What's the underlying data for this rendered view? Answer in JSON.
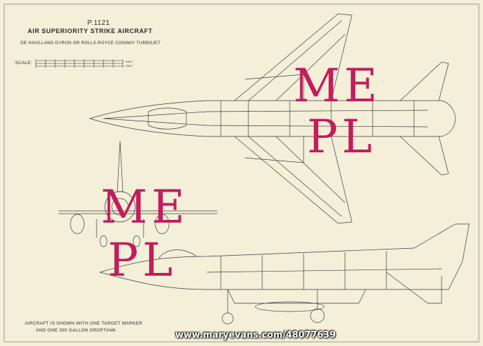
{
  "drawing": {
    "code": "P.1121",
    "name": "AIR SUPERIORITY STRIKE AIRCRAFT",
    "engine": "DE HAVILLAND GYRON OR ROLLS-ROYCE CONWAY TURBOJET",
    "scale_label": "SCALE:",
    "scale_units_top": "FEET",
    "scale_units_bottom": "FEET",
    "note_line1": "AIRCRAFT IS SHOWN WITH ONE TARGET MARKER",
    "note_line2": "AND ONE 300 GALLON DROPTANK"
  },
  "watermark": {
    "line1": "ME",
    "line2": "PL",
    "color": "#c21d5d"
  },
  "credit": "www.maryevans.com/48077639",
  "colors": {
    "paper": "#f3efd8",
    "ink": "#2a2a2a"
  }
}
